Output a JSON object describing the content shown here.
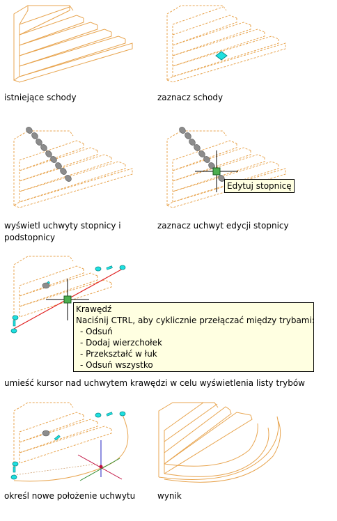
{
  "colors": {
    "stair": "#e8a550",
    "grip_gray": "#8c8c8c",
    "grip_cyan": "#1ee0e0",
    "grip_green": "#4caf50",
    "edge_red": "#e02020",
    "tooltip_bg": "#ffffe1"
  },
  "panels": {
    "existing": {
      "caption": "istniejące schody"
    },
    "select": {
      "caption": "zaznacz schody"
    },
    "show_grips": {
      "caption_line1": "wyświetl uchwyty stopnicy i",
      "caption_line2": "podstopnicy"
    },
    "select_edit_grip": {
      "caption": "zaznacz uchwyt edycji stopnicy",
      "tooltip": "Edytuj stopnicę"
    },
    "hover_edge": {
      "caption": "umieść kursor nad uchwytem krawędzi w celu wyświetlenia listy trybów",
      "tooltip": {
        "title": "Krawędź",
        "hint": "Naciśnij CTRL, aby cyklicznie przełączać między trybami:",
        "modes": [
          "- Odsuń",
          "- Dodaj wierzchołek",
          "- Przekształć w łuk",
          "- Odsuń wszystko"
        ]
      }
    },
    "new_position": {
      "caption": "określ nowe położenie uchwytu"
    },
    "result": {
      "caption": "wynik"
    }
  }
}
